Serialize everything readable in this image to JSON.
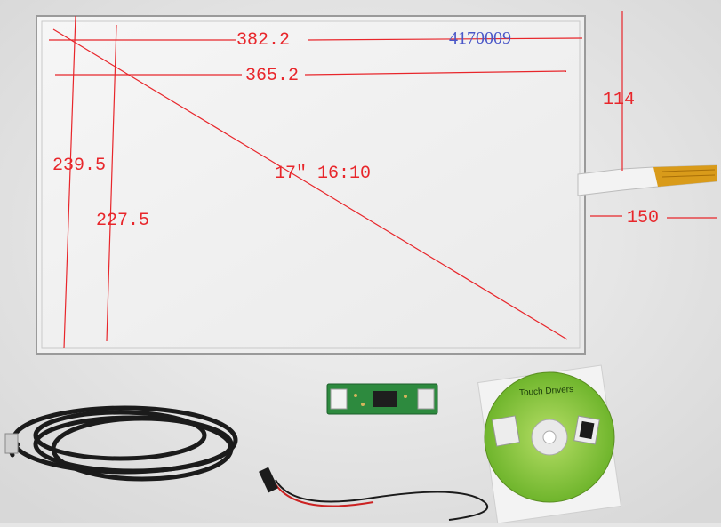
{
  "dimensions": {
    "top_width": "382.2",
    "inner_width": "365.2",
    "outer_height": "239.5",
    "inner_height": "227.5",
    "tail_height": "114",
    "tail_length": "150",
    "diagonal": "17″ 16:10"
  },
  "model_number": "4170009",
  "cd_title": "Touch Drivers",
  "colors": {
    "annotation": "#e8262b",
    "model": "#4a57c8",
    "cd_disc": "#8cc63f"
  }
}
